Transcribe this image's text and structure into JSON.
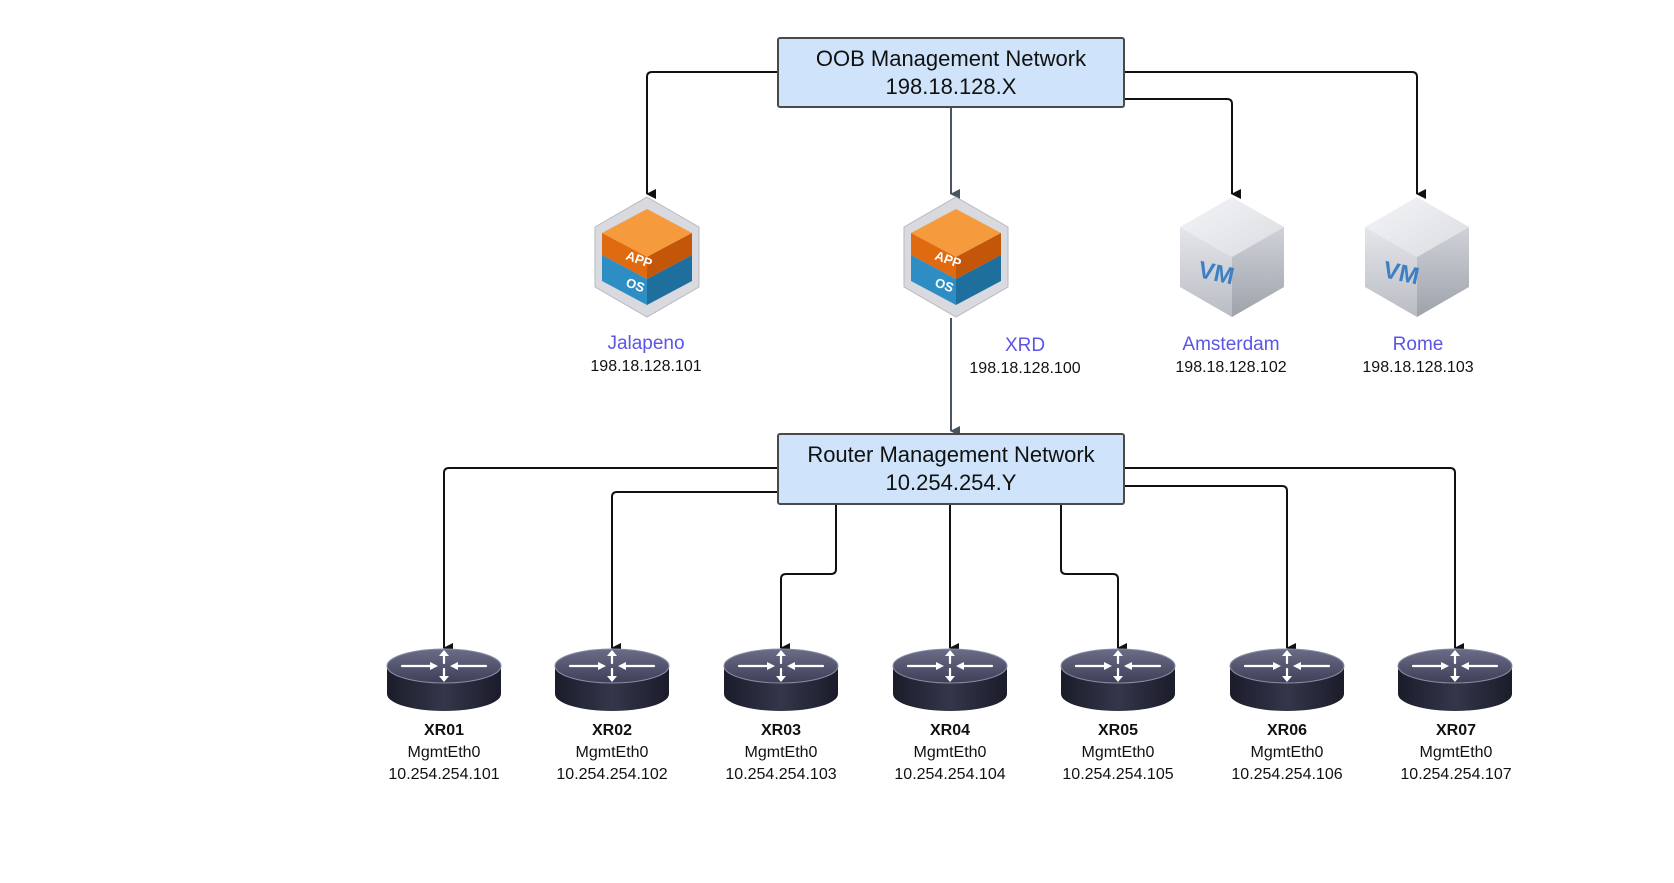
{
  "oob_network": {
    "title": "OOB Management Network",
    "subnet": "198.18.128.X"
  },
  "router_network": {
    "title": "Router Management Network",
    "subnet": "10.254.254.Y"
  },
  "hosts": [
    {
      "name": "Jalapeno",
      "ip": "198.18.128.101",
      "icon": "app-os-container-icon"
    },
    {
      "name": "XRD",
      "ip": "198.18.128.100",
      "icon": "app-os-container-icon"
    },
    {
      "name": "Amsterdam",
      "ip": "198.18.128.102",
      "icon": "vm-icon"
    },
    {
      "name": "Rome",
      "ip": "198.18.128.103",
      "icon": "vm-icon"
    }
  ],
  "routers": [
    {
      "name": "XR01",
      "interface": "MgmtEth0",
      "ip": "10.254.254.101"
    },
    {
      "name": "XR02",
      "interface": "MgmtEth0",
      "ip": "10.254.254.102"
    },
    {
      "name": "XR03",
      "interface": "MgmtEth0",
      "ip": "10.254.254.103"
    },
    {
      "name": "XR04",
      "interface": "MgmtEth0",
      "ip": "10.254.254.104"
    },
    {
      "name": "XR05",
      "interface": "MgmtEth0",
      "ip": "10.254.254.105"
    },
    {
      "name": "XR06",
      "interface": "MgmtEth0",
      "ip": "10.254.254.106"
    },
    {
      "name": "XR07",
      "interface": "MgmtEth0",
      "ip": "10.254.254.107"
    }
  ],
  "icon_labels": {
    "app": "APP",
    "os": "OS",
    "vm": "VM"
  },
  "colors": {
    "box_fill": "#cfe4fa",
    "host_name": "#5b55e6",
    "app_orange": "#e06a10",
    "os_blue": "#2e8ec4"
  }
}
